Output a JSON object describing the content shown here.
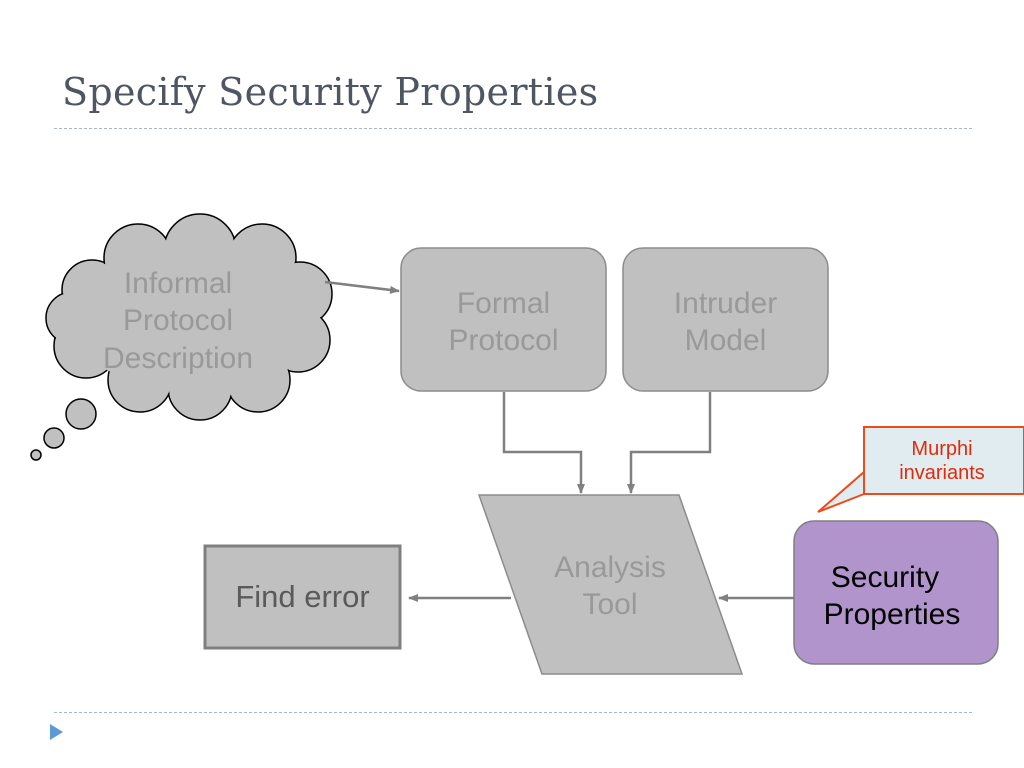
{
  "slide": {
    "title": "Specify Security Properties"
  },
  "diagram": {
    "informal_description": [
      "Informal",
      "Protocol",
      "Description"
    ],
    "formal_protocol": [
      "Formal",
      "Protocol"
    ],
    "intruder_model": [
      "Intruder",
      "Model"
    ],
    "analysis_tool": [
      "Analysis",
      "Tool"
    ],
    "find_error": "Find error",
    "security_properties": [
      "Security",
      "Properties"
    ],
    "callout": [
      "Murphi",
      "invariants"
    ]
  },
  "colors": {
    "title_text": "#4f5563",
    "box_fill": "#c0c0c0",
    "box_stroke": "#8c8c8c",
    "faded_text": "#999999",
    "security_fill": "#b294cc",
    "callout_fill": "#e0ecef",
    "callout_border": "#ef4a1a",
    "callout_text": "#e02b0b",
    "bullet": "#5b9bd5"
  }
}
